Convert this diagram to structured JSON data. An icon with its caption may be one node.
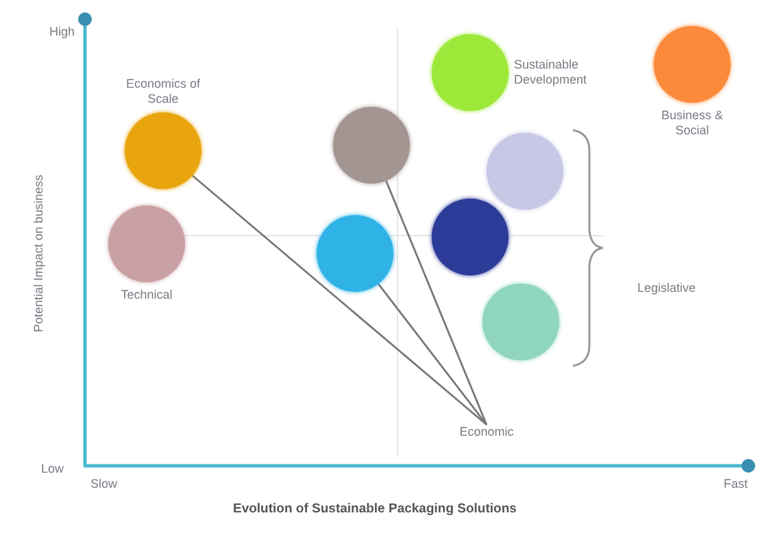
{
  "diagram": {
    "nodes": [
      {
        "text": [
          "Economics of Scale"
        ]
      },
      {
        "text": [
          "Technical"
        ]
      },
      {
        "text": [],
        "shape": "circle"
      },
      {
        "text": [],
        "shape": "circle"
      },
      {
        "text": [
          "Sustainable Development"
        ]
      },
      {
        "text": [
          "Business & Social"
        ]
      },
      {
        "text": [],
        "shape": "circle"
      },
      {
        "text": [],
        "shape": "circle"
      },
      {
        "text": [],
        "shape": "circle"
      },
      {
        "text": [
          "Economic"
        ]
      }
    ],
    "edges": [
      {
        "from": 9,
        "to": 0,
        "arrow": "none"
      },
      {
        "from": 9,
        "to": 2,
        "arrow": "none"
      },
      {
        "from": 9,
        "to": 3,
        "arrow": "none"
      }
    ],
    "labels": [
      "High",
      "Potential Impact on business",
      "Legislative",
      "Low",
      "Slow",
      "Fast",
      "Evolution of Sustainable Packaging Solutions"
    ]
  }
}
